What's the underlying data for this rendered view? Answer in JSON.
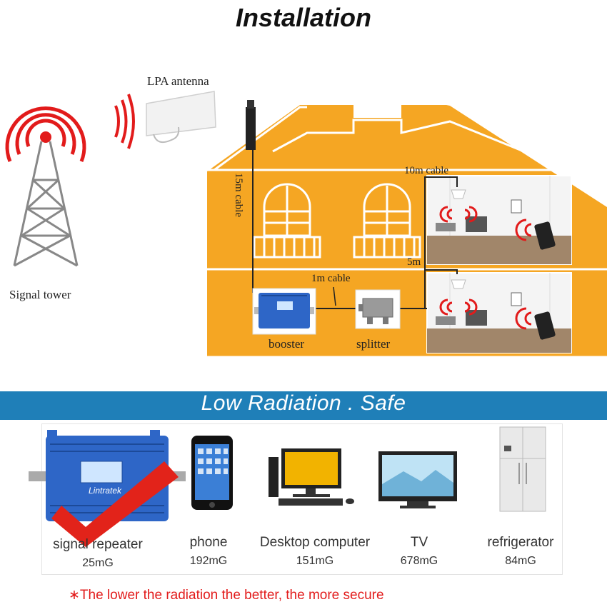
{
  "title": "Installation",
  "diagram": {
    "lpa_antenna_label": "LPA antenna",
    "signal_tower_label": "Signal tower",
    "cable_15m_label": "15m cable",
    "cable_10m_label": "10m cable",
    "cable_5m_label": "5m",
    "cable_1m_label": "1m cable",
    "booster_label": "booster",
    "splitter_label": "splitter",
    "booster_brand": "Lintratek"
  },
  "banner": "Low Radiation . Safe",
  "products": [
    {
      "name": "signal repeater",
      "value": "25mG"
    },
    {
      "name": "phone",
      "value": "192mG"
    },
    {
      "name": "Desktop computer",
      "value": "151mG"
    },
    {
      "name": "TV",
      "value": "678mG"
    },
    {
      "name": "refrigerator",
      "value": "84mG"
    }
  ],
  "footnote": "The lower the radiation the better, the more secure",
  "colors": {
    "house": "#f5a623",
    "house_stroke": "#ffffff",
    "banner": "#1f7fb8",
    "wave_red": "#e21b1b",
    "check_red": "#e2231a",
    "booster_blue": "#2e66c7"
  }
}
